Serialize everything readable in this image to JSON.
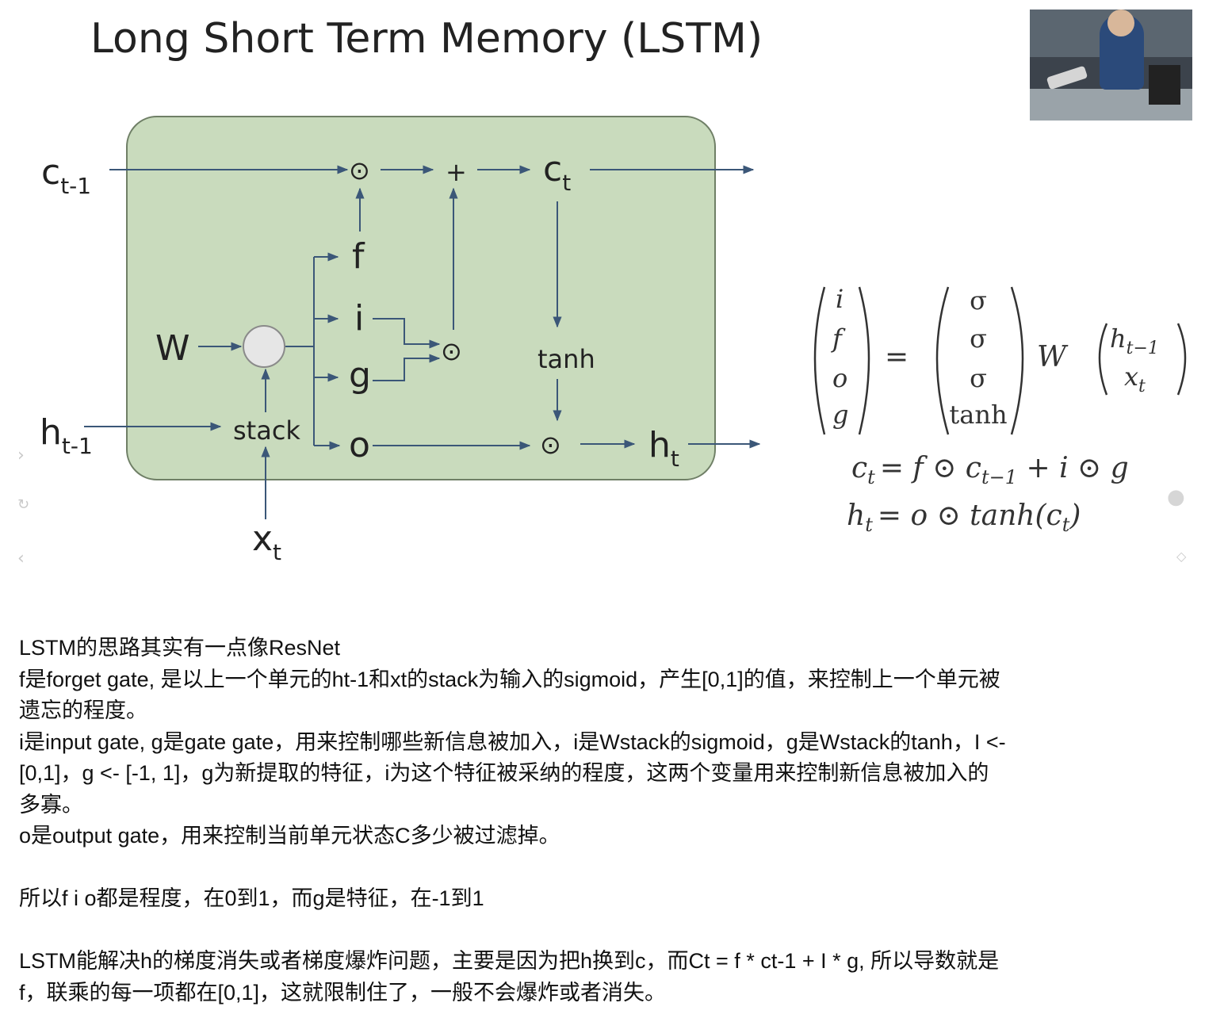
{
  "slide": {
    "title": "Long Short Term Memory (LSTM)",
    "diagram": {
      "c_prev": {
        "base": "c",
        "sub": "t-1"
      },
      "c_next": {
        "base": "c",
        "sub": "t"
      },
      "h_prev": {
        "base": "h",
        "sub": "t-1"
      },
      "h_next": {
        "base": "h",
        "sub": "t"
      },
      "x_in": {
        "base": "x",
        "sub": "t"
      },
      "weight": "W",
      "stack": "stack",
      "tanh": "tanh",
      "gates": [
        "f",
        "i",
        "g",
        "o"
      ],
      "odot": "⊙",
      "plus": "+"
    },
    "equations": {
      "gate_vector": [
        "i",
        "f",
        "o",
        "g"
      ],
      "activations": [
        "σ",
        "σ",
        "σ",
        "tanh"
      ],
      "equals": "=",
      "weight": "W",
      "input_vector": [
        "h",
        "x"
      ],
      "input_subs": [
        "t−1",
        "t"
      ],
      "cell_eq": {
        "lhs": "c",
        "lhs_sub": "t",
        "rhs_a": "= f ⊙ c",
        "rhs_a_sub": "t−1",
        "rhs_b": " + i ⊙ g"
      },
      "hidden_eq": {
        "lhs": "h",
        "lhs_sub": "t",
        "rhs_a": "= o ⊙ tanh(c",
        "rhs_a_sub": "t",
        "rhs_b": ")"
      }
    }
  },
  "notes": [
    "LSTM的思路其实有一点像ResNet",
    "f是forget gate, 是以上一个单元的ht-1和xt的stack为输入的sigmoid，产生[0,1]的值，来控制上一个单元被遗忘的程度。",
    "i是input gate, g是gate gate，用来控制哪些新信息被加入，i是Wstack的sigmoid，g是Wstack的tanh，I <- [0,1]，g <- [-1, 1]，g为新提取的特征，i为这个特征被采纳的程度，这两个变量用来控制新信息被加入的多寡。",
    "o是output gate，用来控制当前单元状态C多少被过滤掉。",
    "",
    "所以f i o都是程度，在0到1，而g是特征，在-1到1",
    "",
    "LSTM能解决h的梯度消失或者梯度爆炸问题，主要是因为把h换到c，而Ct = f * ct-1 + I * g, 所以导数就是f，联乘的每一项都在[0,1]，这就限制住了，一般不会爆炸或者消失。"
  ],
  "colors": {
    "cell_fill": "#c9dbbd",
    "cell_stroke": "#6f7f66",
    "arrow": "#3b5778"
  }
}
